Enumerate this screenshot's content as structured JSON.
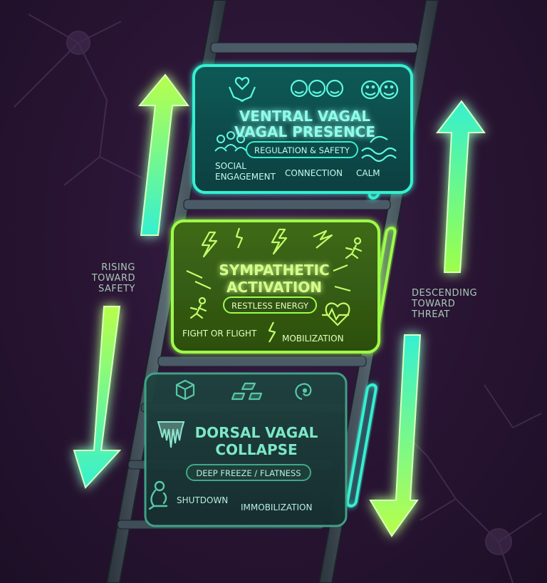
{
  "colors": {
    "background": "#2a1535",
    "ventral": "#35f0d0",
    "sympathetic": "#9dff4a",
    "dorsal": "#3fa88a",
    "ladder": "#4a5a66"
  },
  "left_label": [
    "RISING",
    "TOWARD",
    "SAFETY"
  ],
  "right_label": [
    "DESCENDING",
    "TOWARD",
    "THREAT"
  ],
  "ventral": {
    "title_line1": "VENTRAL VAGAL",
    "title_line2": "VAGAL PRESENCE",
    "badge": "REGULATION & SAFETY",
    "labels": [
      "SOCIAL",
      "ENGAGEMENT",
      "CONNECTION",
      "CALM"
    ],
    "icons": [
      "heart-hands-icon",
      "connected-faces-icon",
      "smiling-faces-icon",
      "people-group-icon",
      "waves-icon"
    ]
  },
  "sympathetic": {
    "title_line1": "SYMPATHETIC",
    "title_line2": "ACTIVATION",
    "badge": "RESTLESS ENERGY",
    "labels": [
      "FIGHT OR FLIGHT",
      "MOBILIZATION"
    ],
    "icons": [
      "lightning-icon",
      "running-person-icon",
      "heartbeat-icon"
    ]
  },
  "dorsal": {
    "title_line1": "DORSAL VAGAL",
    "title_line2": "COLLAPSE",
    "badge": "DEEP FREEZE / FLATNESS",
    "labels": [
      "SHUTDOWN",
      "IMMOBILIZATION"
    ],
    "icons": [
      "cube-icon",
      "blocks-icon",
      "curled-figure-icon",
      "icicles-icon",
      "hunched-person-icon"
    ]
  }
}
